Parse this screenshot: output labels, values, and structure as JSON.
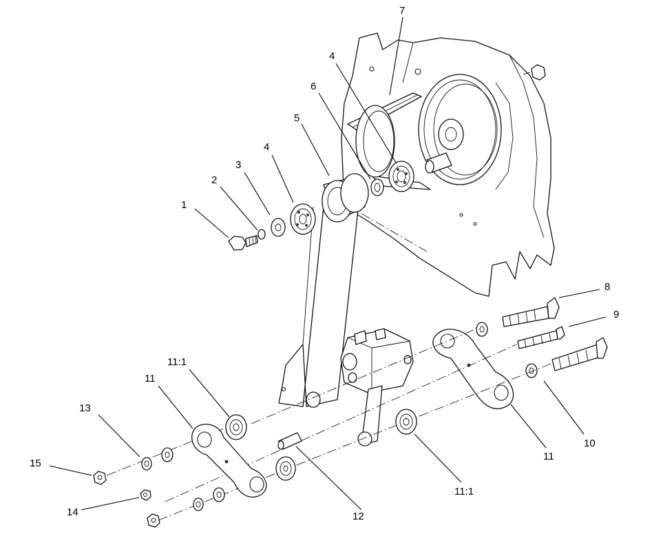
{
  "callouts": {
    "c1": "1",
    "c2": "2",
    "c3": "3",
    "c4a": "4",
    "c4b": "4",
    "c5": "5",
    "c6": "6",
    "c7": "7",
    "c8": "8",
    "c9": "9",
    "c10": "10",
    "c11a": "11",
    "c11b": "11",
    "c11_1a": "11:1",
    "c11_1b": "11:1",
    "c12": "12",
    "c13": "13",
    "c14": "14",
    "c15": "15"
  }
}
